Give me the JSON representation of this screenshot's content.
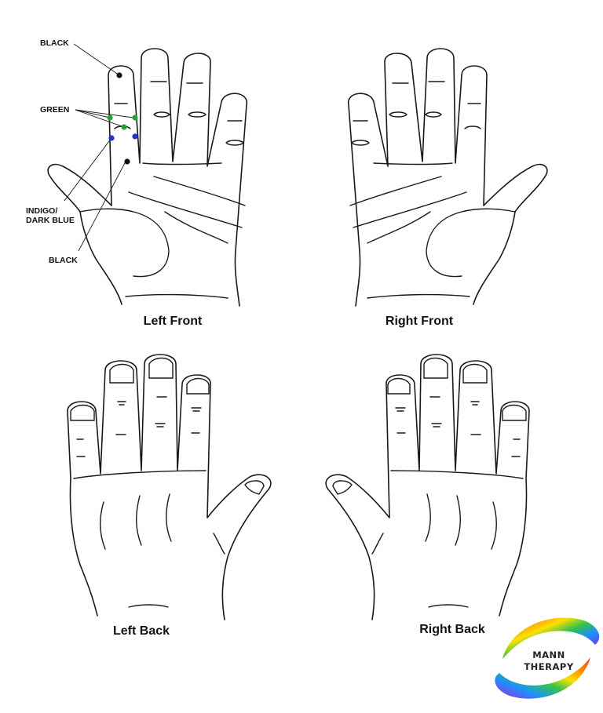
{
  "diagram": {
    "hands": [
      {
        "id": "left-front",
        "label": "Left Front"
      },
      {
        "id": "right-front",
        "label": "Right Front"
      },
      {
        "id": "left-back",
        "label": "Left Back"
      },
      {
        "id": "right-back",
        "label": "Right Back"
      }
    ],
    "callouts": {
      "black_top": "BLACK",
      "green": "GREEN",
      "indigo_line1": "INDIGO/",
      "indigo_line2": "DARK BLUE",
      "black_bottom": "BLACK"
    },
    "point_colors": {
      "black": "#111111",
      "green": "#22a33a",
      "indigo": "#2233cc"
    }
  },
  "logo": {
    "line1": "MANN",
    "line2": "THERAPY"
  }
}
